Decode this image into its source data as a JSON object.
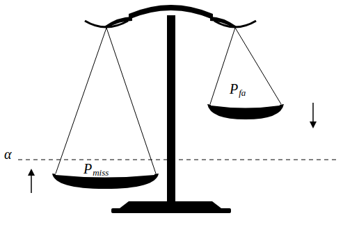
{
  "diagram": {
    "labels": [
      "α",
      "P",
      "miss",
      "P",
      "fa"
    ]
  }
}
